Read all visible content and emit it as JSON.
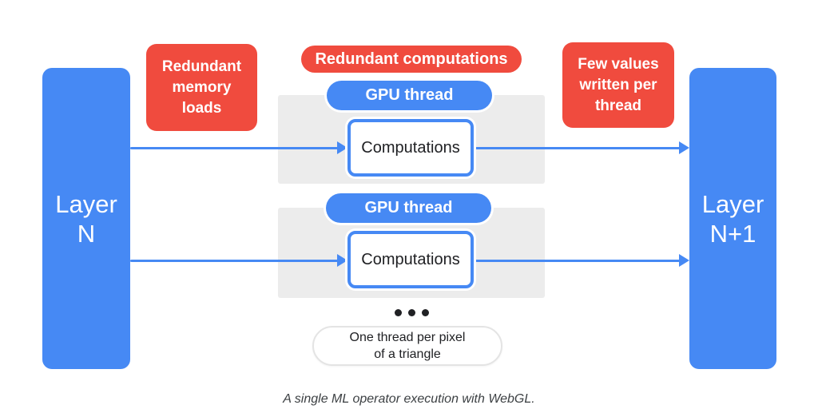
{
  "colors": {
    "blue": "#4689F4",
    "red": "#F04B3E",
    "panel": "#ECECEC",
    "ink": "#202124",
    "caption_gray": "#3C4043",
    "pill_border": "#E4E4E4"
  },
  "layers": {
    "left": "Layer\nN",
    "right": "Layer\nN+1"
  },
  "callouts": {
    "memory_loads": "Redundant\nmemory\nloads",
    "computations": "Redundant computations",
    "few_values": "Few values\nwritten per\nthread"
  },
  "threads": [
    {
      "gpu": "GPU thread",
      "computations": "Computations"
    },
    {
      "gpu": "GPU thread",
      "computations": "Computations"
    }
  ],
  "icons": {
    "more_threads_ellipsis": "•••"
  },
  "footnote_pill": "One thread per pixel\nof a triangle",
  "caption": "A single ML operator execution with WebGL."
}
